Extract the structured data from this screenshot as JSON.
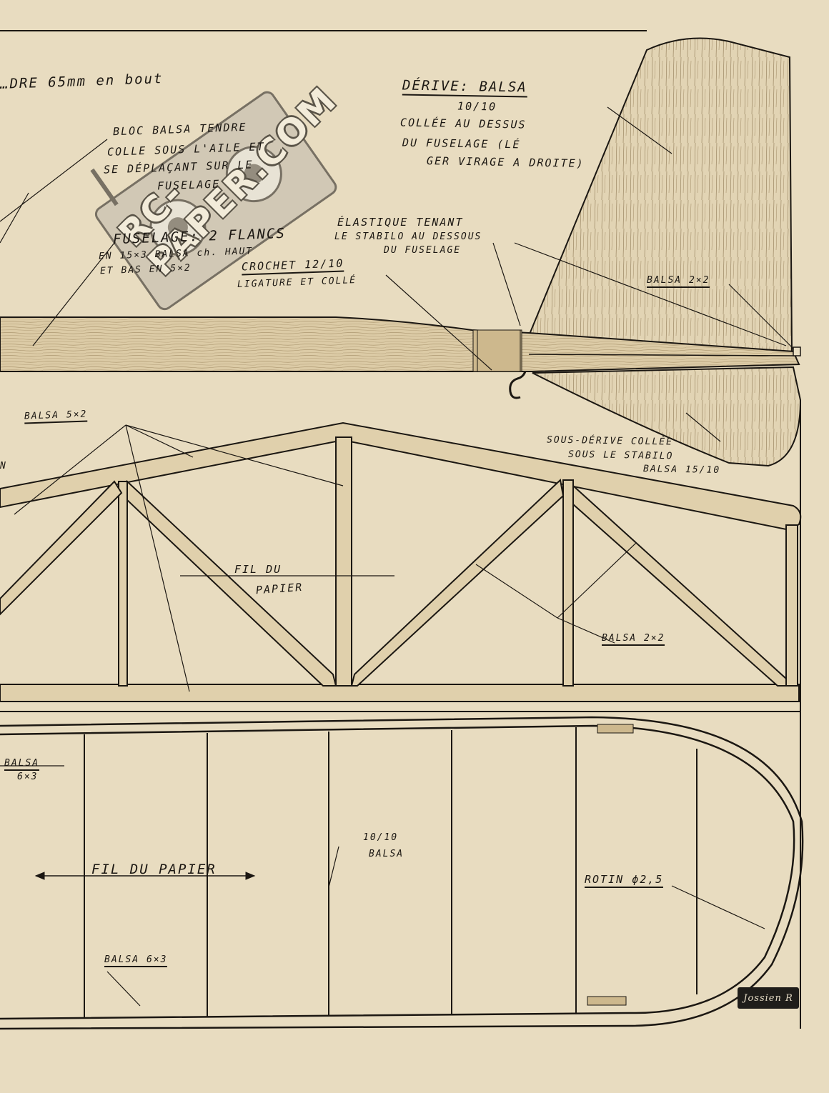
{
  "labels": {
    "top_left": "…DRE 65mm en bout",
    "bloc_1": "BLOC BALSA TENDRE",
    "bloc_2": "COLLE SOUS L'AILE ET",
    "bloc_3": "SE DÉPLAÇANT SUR LE",
    "bloc_4": "FUSELAGE",
    "derive_1": "DÉRIVE: BALSA",
    "derive_2": "10/10",
    "derive_3": "COLLÉE AU DESSUS",
    "derive_4": "DU FUSELAGE (LÉ",
    "derive_5": "GER VIRAGE A DROITE)",
    "elast_1": "ÉLASTIQUE TENANT",
    "elast_2": "LE STABILO AU DESSOUS",
    "elast_3": "DU FUSELAGE",
    "fus_1": "FUSELAGE: 2 FLANCS",
    "fus_2": "EN 15×3 BALSA ch. HAUT",
    "fus_3": "ET BAS EN 5×2",
    "crochet_1": "CROCHET 12/10",
    "crochet_2": "LIGATURE ET COLLÉ",
    "balsa_2x2_top": "BALSA 2×2",
    "balsa_5x2": "BALSA 5×2",
    "sous_1": "SOUS-DÉRIVE COLLÉE",
    "sous_2": "SOUS LE STABILO",
    "sous_3": "BALSA 15/10",
    "fil_1": "FIL DU",
    "fil_2": "PAPIER",
    "balsa_2x2_mid": "BALSA 2×2",
    "balsa_6x3_a": "BALSA",
    "balsa_6x3_b": "6×3",
    "ten_1": "10/10",
    "ten_2": "BALSA",
    "fil_papier": "FIL DU PAPIER",
    "rotin": "ROTIN ϕ2,5",
    "balsa_6x3_bottom": "BALSA 6×3",
    "edge_n": "N"
  },
  "watermark": "RC-PAPER.COM",
  "signature": "Jossien R",
  "colors": {
    "paper": "#e8dcc0",
    "ink": "#1b1712",
    "wood": "#dcc9a2",
    "wood_dark": "#8a7858"
  }
}
